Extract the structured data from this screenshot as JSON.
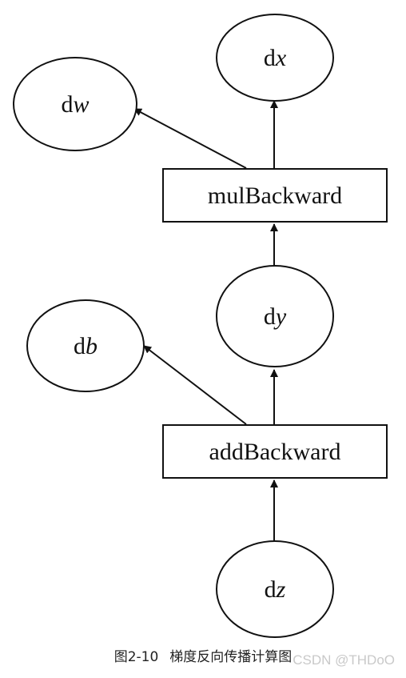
{
  "nodes": {
    "dx": {
      "prefix": "d",
      "var": "x"
    },
    "dw": {
      "prefix": "d",
      "var": "w"
    },
    "dy": {
      "prefix": "d",
      "var": "y"
    },
    "db": {
      "prefix": "d",
      "var": "b"
    },
    "dz": {
      "prefix": "d",
      "var": "z"
    }
  },
  "ops": {
    "mul": "mulBackward",
    "add": "addBackward"
  },
  "caption": {
    "number": "图2-10",
    "title": "梯度反向传播计算图"
  },
  "watermark": "CSDN @THDoO"
}
